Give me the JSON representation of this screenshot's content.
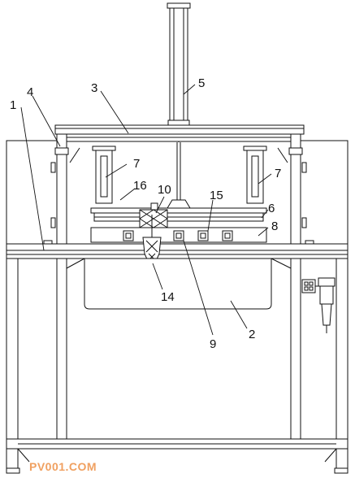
{
  "labels": {
    "l1": "1",
    "l2": "2",
    "l3": "3",
    "l4": "4",
    "l5": "5",
    "l6": "6",
    "l7a": "7",
    "l7b": "7",
    "l8": "8",
    "l9": "9",
    "l10": "10",
    "l14": "14",
    "l15": "15",
    "l16": "16"
  },
  "watermark": "PV001.COM",
  "colors": {
    "line": "#111111",
    "watermark": "#f0a060",
    "background": "#ffffff"
  }
}
